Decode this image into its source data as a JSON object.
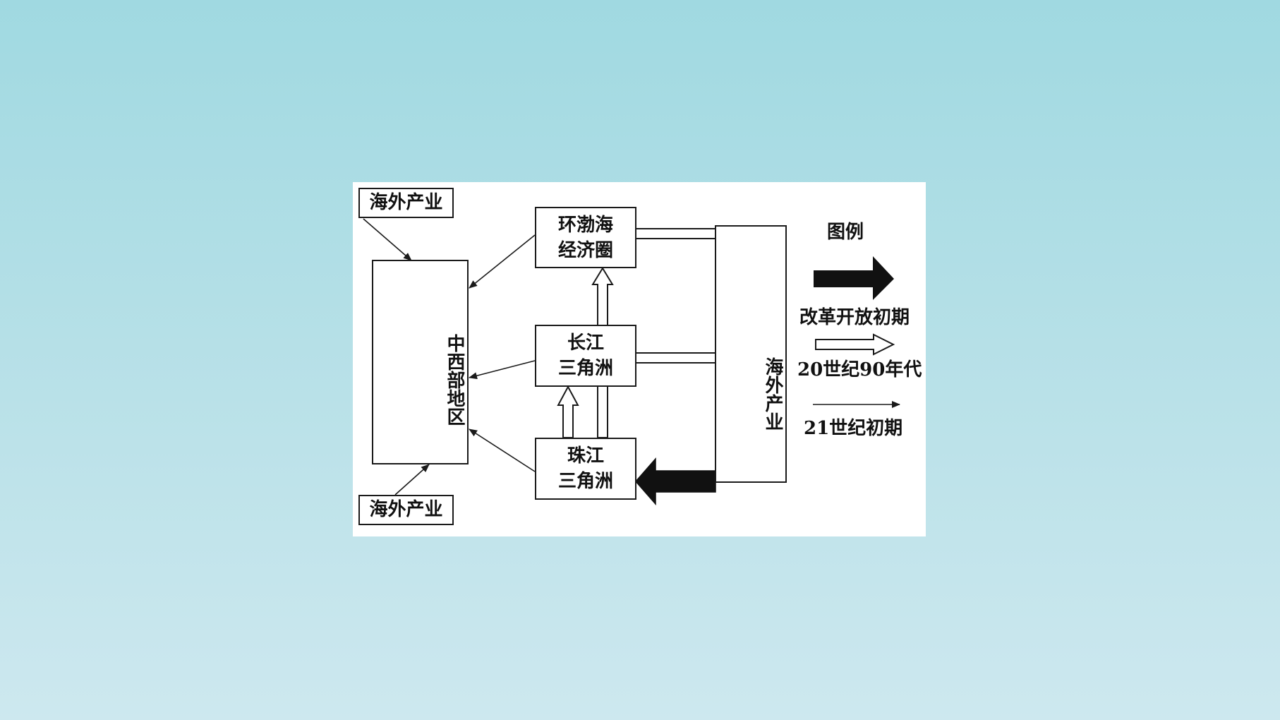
{
  "diagram": {
    "nodes": {
      "overseas_top": "海外产业",
      "overseas_bottom": "海外产业",
      "central_west": "中西部地区",
      "bohai": [
        "环渤海",
        "经济圈"
      ],
      "yangtze": [
        "长江",
        "三角洲"
      ],
      "pearl": [
        "珠江",
        "三角洲"
      ],
      "overseas_right": "海外产业"
    },
    "legend": {
      "title": "图例",
      "items": [
        {
          "style": "thick-black-arrow",
          "label": "改革开放初期"
        },
        {
          "style": "hollow-arrow",
          "label": "20世纪90年代"
        },
        {
          "style": "thin-arrow",
          "label": "21世纪初期"
        }
      ]
    },
    "colors": {
      "stroke": "#1a1a1a",
      "panel": "#ffffff"
    }
  }
}
